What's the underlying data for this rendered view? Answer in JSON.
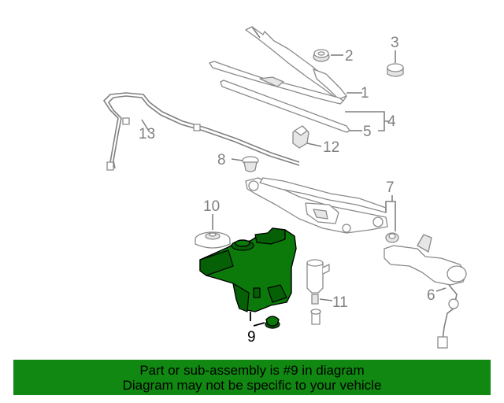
{
  "callouts": {
    "c1": "1",
    "c2": "2",
    "c3": "3",
    "c4": "4",
    "c5": "5",
    "c6": "6",
    "c7": "7",
    "c8": "8",
    "c9": "9",
    "c10": "10",
    "c11": "11",
    "c12": "12",
    "c13": "13"
  },
  "banner": {
    "line1": "Part or sub-assembly is #9 in diagram",
    "line2": "Diagram may not be specific to your vehicle",
    "background": "#118811"
  },
  "colors": {
    "highlight_part": "#0b7a0b",
    "line_art": "#808080"
  }
}
